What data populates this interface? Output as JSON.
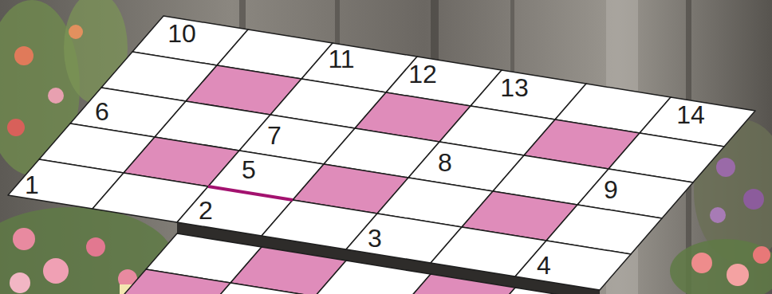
{
  "diagram": {
    "labels": [
      "10",
      "11",
      "12",
      "13",
      "14",
      "6",
      "7",
      "8",
      "9",
      "5",
      "1",
      "2",
      "3",
      "4"
    ]
  }
}
